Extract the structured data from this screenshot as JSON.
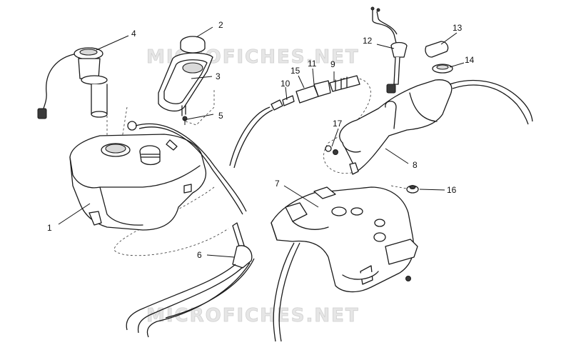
{
  "watermark": "MICROFICHES.NET",
  "callouts": [
    {
      "id": "c1",
      "text": "1"
    },
    {
      "id": "c2",
      "text": "2"
    },
    {
      "id": "c3",
      "text": "3"
    },
    {
      "id": "c4",
      "text": "4"
    },
    {
      "id": "c5",
      "text": "5"
    },
    {
      "id": "c6",
      "text": "6"
    },
    {
      "id": "c7",
      "text": "7"
    },
    {
      "id": "c8",
      "text": "8"
    },
    {
      "id": "c9",
      "text": "9"
    },
    {
      "id": "c10",
      "text": "10"
    },
    {
      "id": "c11",
      "text": "11"
    },
    {
      "id": "c12",
      "text": "12"
    },
    {
      "id": "c13",
      "text": "13"
    },
    {
      "id": "c14",
      "text": "14"
    },
    {
      "id": "c15",
      "text": "15"
    },
    {
      "id": "c16",
      "text": "16"
    },
    {
      "id": "c17",
      "text": "17"
    }
  ]
}
